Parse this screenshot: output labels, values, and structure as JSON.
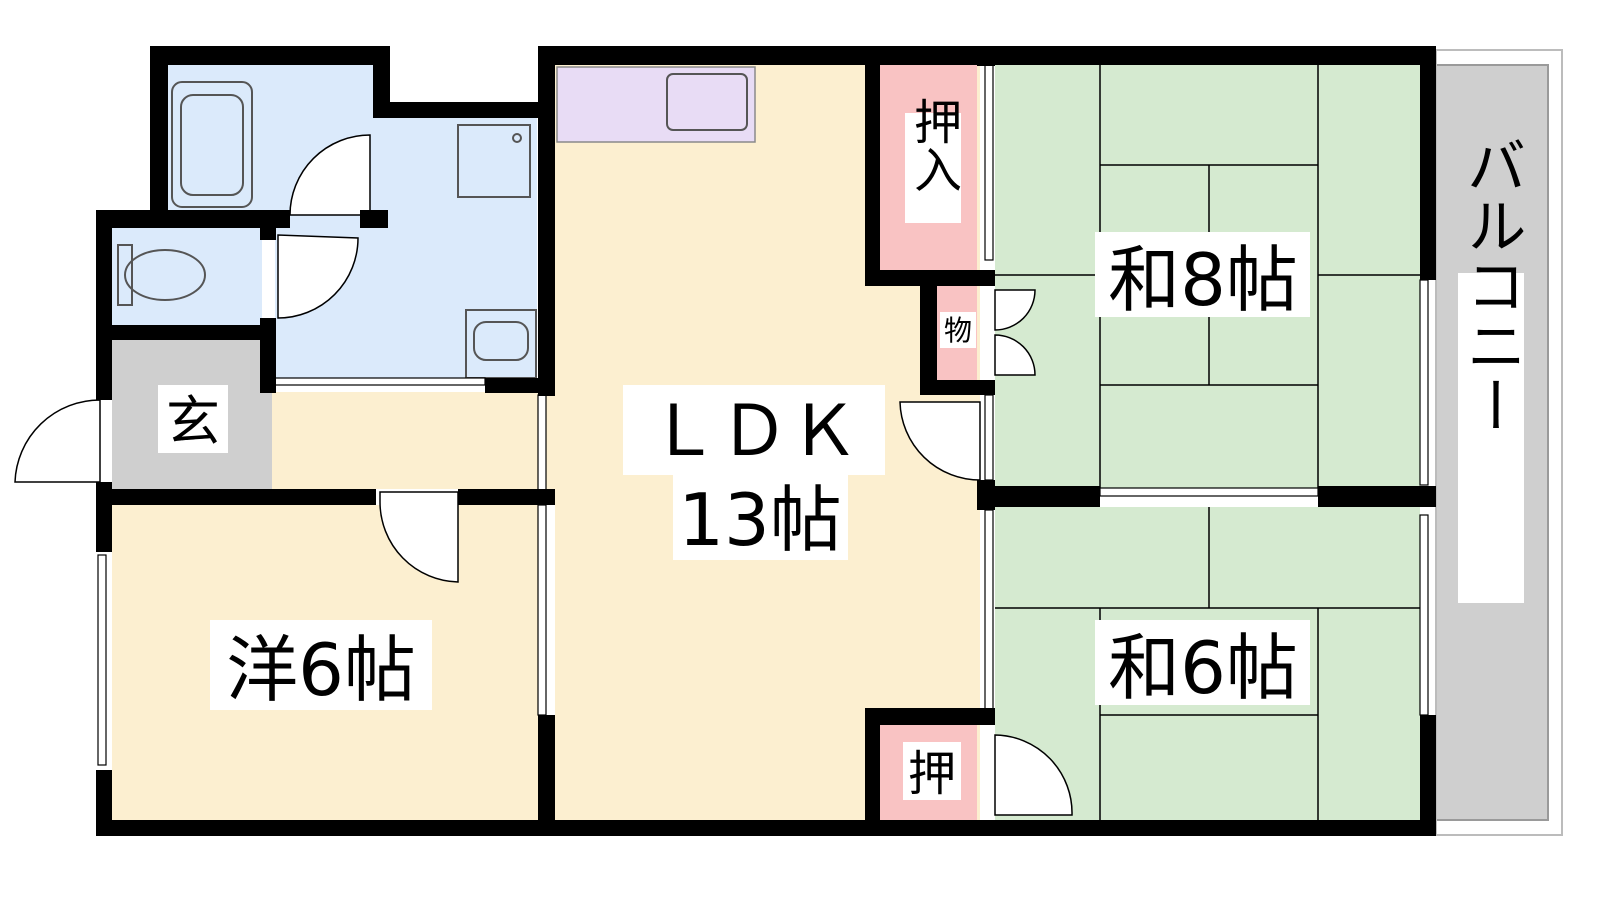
{
  "colors": {
    "wall": "#000000",
    "ldk_floor": "#fcefd0",
    "western_floor": "#fcefd0",
    "wet_area": "#dbeafb",
    "kitchen_counter": "#e8dcf5",
    "tatami": "#d5ead0",
    "closet": "#f9c3c3",
    "entrance": "#cfcfcf",
    "balcony": "#cfcfcf"
  },
  "rooms": {
    "ldk_line1": "ＬＤＫ",
    "ldk_line2": "13帖",
    "western": "洋6帖",
    "japanese_8": "和8帖",
    "japanese_6": "和6帖",
    "entrance": "玄",
    "closet_upper": "押入",
    "closet_lower": "押",
    "storage": "物",
    "balcony": "バルコニー"
  }
}
